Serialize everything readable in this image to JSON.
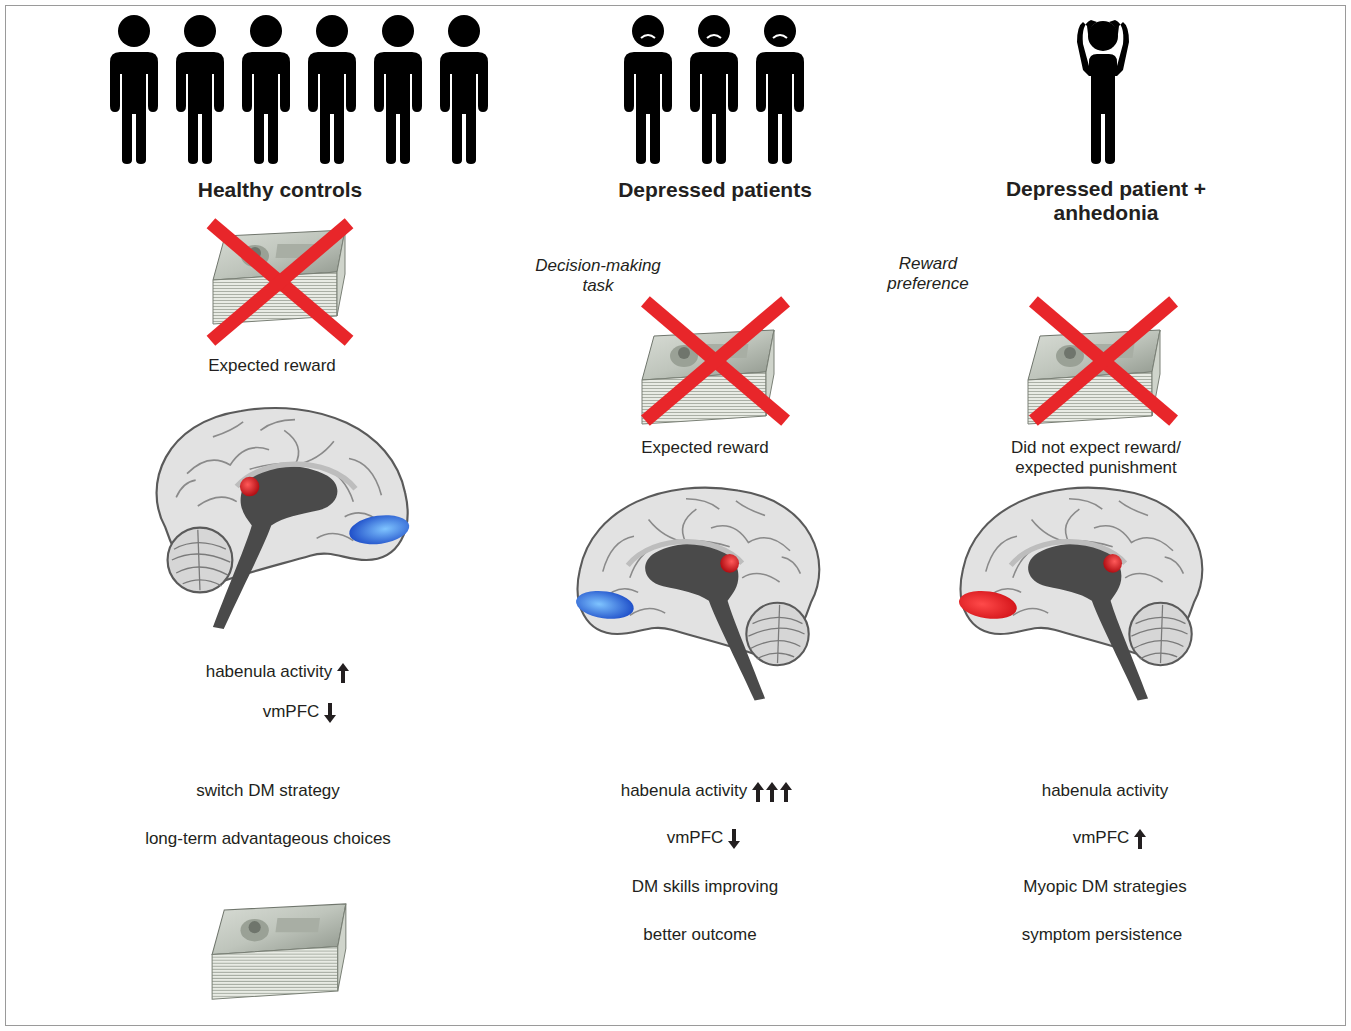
{
  "diagram": {
    "labels": [
      "Healthy controls",
      "Depressed patients",
      "Depressed patient + anhedonia",
      "Decision-making task",
      "Reward preference",
      "Expected reward",
      "Expected reward",
      "Did not expect reward/ expected punishment",
      "habenula activity",
      "vmPFC",
      "switch DM strategy",
      "long-term advantageous choices",
      "habenula activity",
      "vmPFC",
      "DM skills improving",
      "better outcome",
      "habenula activity",
      "vmPFC",
      "Myopic DM strategies",
      "symptom persistence"
    ]
  }
}
